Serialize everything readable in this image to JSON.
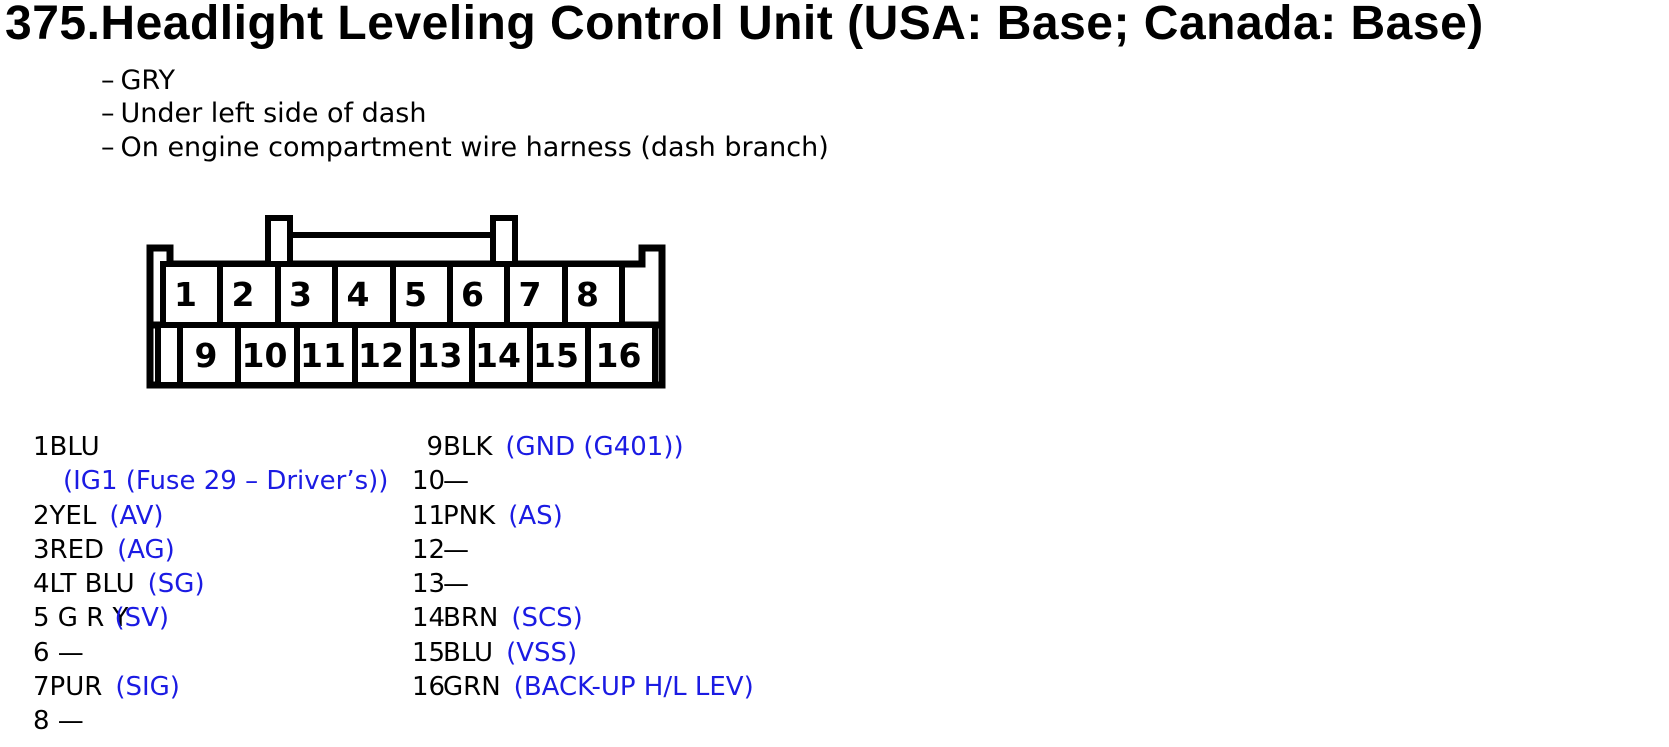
{
  "title": "375.Headlight Leveling Control Unit (USA: Base; Canada: Base)",
  "notes": {
    "bullet": "–",
    "items": [
      "GRY",
      "Under left side of dash",
      "On engine compartment wire harness (dash branch)"
    ]
  },
  "connector": {
    "top_row": [
      "1",
      "2",
      "3",
      "4",
      "5",
      "6",
      "7",
      "8"
    ],
    "bottom_row": [
      "9",
      "10",
      "11",
      "12",
      "13",
      "14",
      "15",
      "16"
    ]
  },
  "pins_left": [
    {
      "num": "1",
      "wire": "BLU",
      "func": "(IG1 (Fuse 29 – Driver’s))"
    },
    {
      "num": "2",
      "wire": "YEL",
      "func": "(AV)"
    },
    {
      "num": "3",
      "wire": "RED",
      "func": "(AG)"
    },
    {
      "num": "4",
      "wire": "LT BLU",
      "func": "(SG)"
    },
    {
      "num": "5",
      "wire": " G R Y",
      "func": "(SV)"
    },
    {
      "num": "6",
      "wire": " —",
      "func": ""
    },
    {
      "num": "7",
      "wire": "PUR",
      "func": "(SIG)"
    },
    {
      "num": "8",
      "wire": " —",
      "func": ""
    }
  ],
  "pins_right": [
    {
      "num": "9",
      "wire": "BLK",
      "func": "(GND (G401))"
    },
    {
      "num": "10",
      "wire": "—",
      "func": ""
    },
    {
      "num": "11",
      "wire": "PNK",
      "func": "(AS)"
    },
    {
      "num": "12",
      "wire": "—",
      "func": ""
    },
    {
      "num": "13",
      "wire": "—",
      "func": ""
    },
    {
      "num": "14",
      "wire": "BRN",
      "func": "(SCS)"
    },
    {
      "num": "15",
      "wire": "BLU",
      "func": "(VSS)"
    },
    {
      "num": "16",
      "wire": "GRN",
      "func": "(BACK-UP H/L LEV)"
    }
  ],
  "colors": {
    "function_text": "#1b1be3",
    "body_text": "#000000",
    "background": "#ffffff"
  }
}
